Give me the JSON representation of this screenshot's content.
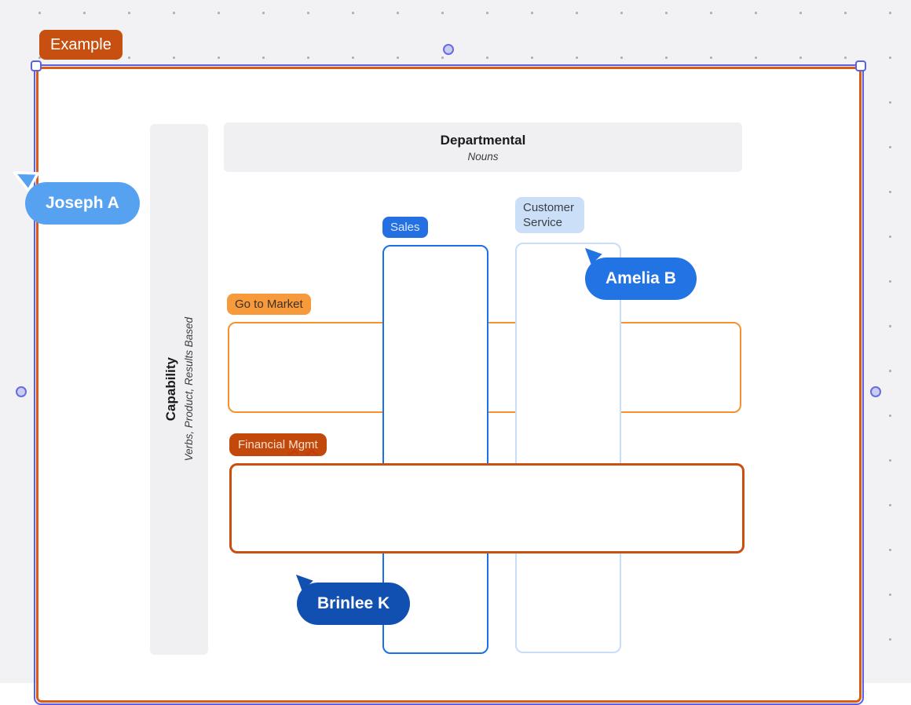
{
  "frame": {
    "tag_label": "Example"
  },
  "grid": {
    "header": {
      "title": "Departmental",
      "subtitle": "Nouns"
    },
    "sidebar": {
      "title": "Capability",
      "subtitle": "Verbs, Product, Results Based"
    },
    "columns": [
      {
        "label": "Sales",
        "tag_bg": "#2470E3",
        "tag_color": "#D9E7FA",
        "border": "#1C6FE9"
      },
      {
        "label": "Customer Service",
        "tag_bg": "#CBDFF8",
        "tag_color": "#3C4043",
        "border": "#C8DDF8"
      }
    ],
    "rows": [
      {
        "label": "Go to Market",
        "label_parts": [
          "Go to Market"
        ],
        "tag_bg": "#F69A3C",
        "tag_color": "#3F3024",
        "border": "#F5922D"
      },
      {
        "label": "Financial Mgmt",
        "label_parts": [
          "Financial",
          "Mgmt"
        ],
        "misspelled_part": 1,
        "tag_bg": "#C2490B",
        "tag_color": "#FAE1D0",
        "border": "#CB4F0F"
      }
    ]
  },
  "collaborators": [
    {
      "name": "Joseph A",
      "color": "#57A1F1"
    },
    {
      "name": "Amelia B",
      "color": "#2273E3"
    },
    {
      "name": "Brinlee K",
      "color": "#1150B0"
    }
  ],
  "colors": {
    "canvas_bg": "#F2F2F4",
    "grid_dot": "#AEAEB4",
    "frame_fill": "#FFFFFF",
    "frame_border": "#DC5A16",
    "frame_tag_bg": "#C74F10",
    "selection_outline": "#5A5FE6",
    "handle_circle_fill": "#C9CCF5",
    "panel_bg": "#F0F0F3"
  }
}
